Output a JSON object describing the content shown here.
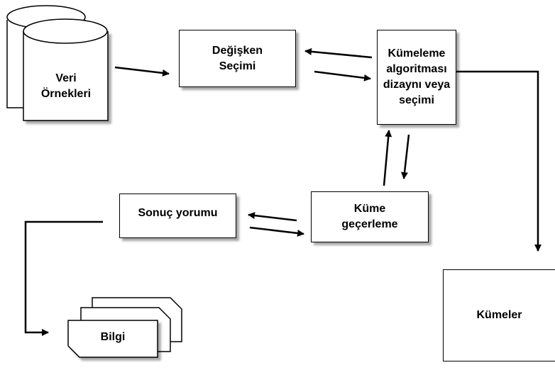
{
  "nodes": {
    "veri_ornekleri": {
      "line1": "Veri",
      "line2": "Örnekleri"
    },
    "degisken_secimi": {
      "line1": "Değişken",
      "line2": "Seçimi"
    },
    "kumeleme_algoritmasi": {
      "line1": "Kümeleme",
      "line2": "algoritması",
      "line3": "dizaynı veya",
      "line4": "seçimi"
    },
    "sonuc_yorumu": {
      "label": "Sonuç yorumu"
    },
    "kume_gecerleme": {
      "line1": "Küme",
      "line2": "geçerleme"
    },
    "bilgi": {
      "label": "Bilgi"
    },
    "kumeler": {
      "label": "Kümeler"
    }
  }
}
